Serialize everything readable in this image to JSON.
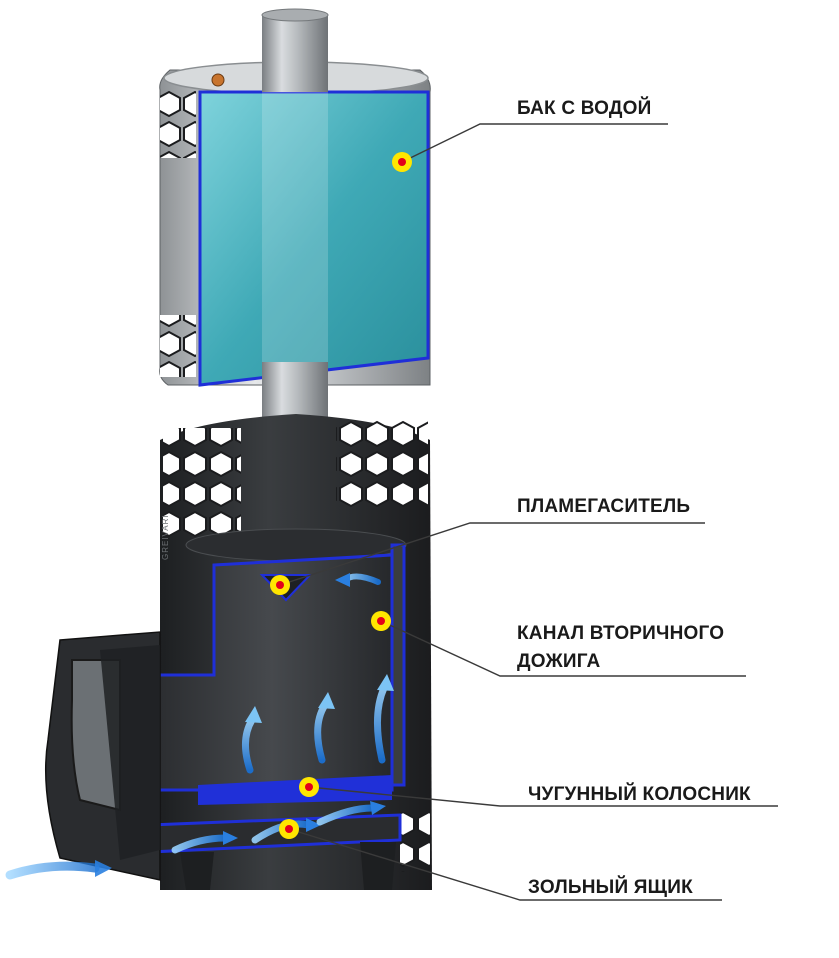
{
  "labels": {
    "water_tank": "БАК С ВОДОЙ",
    "flame_arrester": "ПЛАМЕГАСИТЕЛЬ",
    "afterburn_channel_line1": "КАНАЛ ВТОРИЧНОГО",
    "afterburn_channel_line2": "ДОЖИГА",
    "cast_iron_grate": "ЧУГУННЫЙ КОЛОСНИК",
    "ash_box": "ЗОЛЬНЫЙ ЯЩИК"
  },
  "brand_mark": "GREIVARI",
  "colors": {
    "outline": "#1f2fd8",
    "water": "#3aa7b4",
    "body": "#2e3033",
    "steel": "#b9bcbf",
    "marker_fill": "#ffe600",
    "marker_core": "#e3001b",
    "airflow": "#4aa3e6",
    "leader": "#3a3a3a"
  }
}
